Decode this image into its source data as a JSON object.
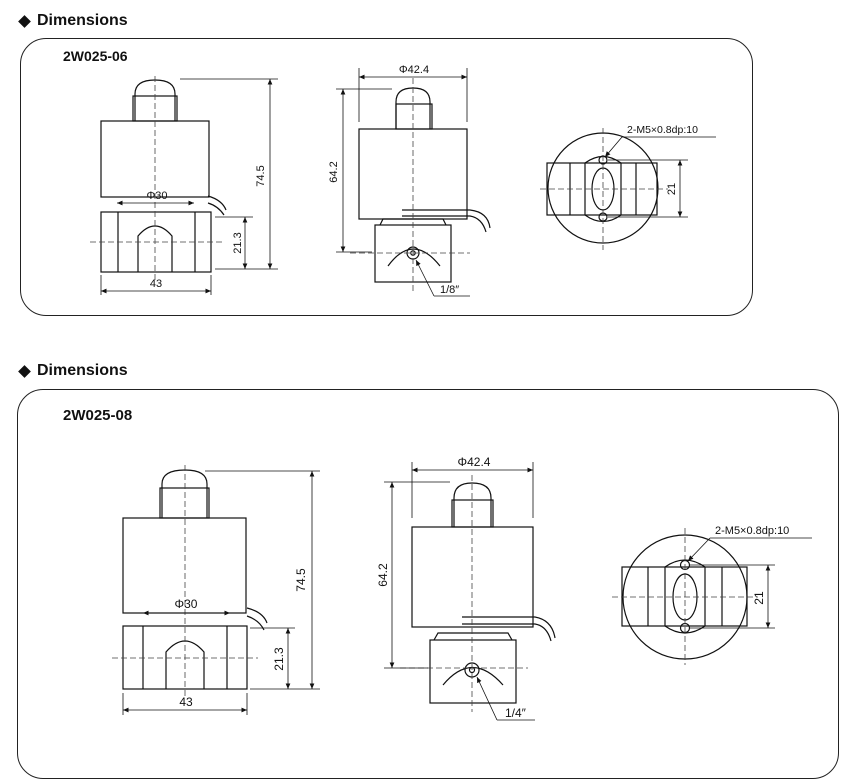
{
  "sections": [
    {
      "heading": "Dimensions",
      "model": "2W025-06",
      "front": {
        "height": "74.5",
        "port_height": "21.3",
        "coil_dia": "Φ30",
        "width": "43"
      },
      "side": {
        "height": "64.2",
        "coil_dia": "Φ42.4",
        "thread": "1/8″"
      },
      "bottom": {
        "holes": "2-M5×0.8dp:10",
        "spacing": "21"
      }
    },
    {
      "heading": "Dimensions",
      "model": "2W025-08",
      "front": {
        "height": "74.5",
        "port_height": "21.3",
        "coil_dia": "Φ30",
        "width": "43"
      },
      "side": {
        "height": "64.2",
        "coil_dia": "Φ42.4",
        "thread": "1/4″"
      },
      "bottom": {
        "holes": "2-M5×0.8dp:10",
        "spacing": "21"
      }
    }
  ]
}
